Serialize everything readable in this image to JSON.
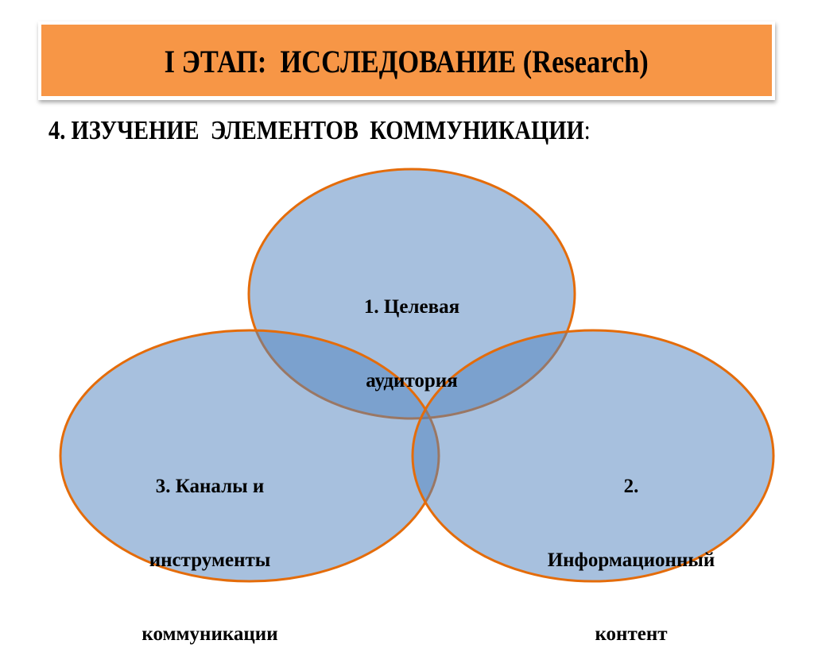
{
  "slide": {
    "title": "I ЭТАП:  ИССЛЕДОВАНИЕ (Research)",
    "subtitle": "4. ИЗУЧЕНИЕ  ЭЛЕМЕНТОВ  КОММУНИКАЦИИ",
    "subtitle_suffix": ":",
    "colors": {
      "title_banner": "#F79646",
      "ellipse_fill": "#4F81BD",
      "ellipse_fill_opacity": 0.5,
      "ellipse_stroke": "#E46C0A",
      "text": "#000000"
    }
  },
  "diagram": {
    "type": "venn",
    "circles": [
      {
        "id": "top",
        "lines": [
          "1. Целевая",
          "аудитория"
        ]
      },
      {
        "id": "bottom-right",
        "lines": [
          "2.",
          "Информационный",
          "контент"
        ]
      },
      {
        "id": "bottom-left",
        "lines": [
          "3. Каналы и",
          "инструменты",
          "коммуникации"
        ]
      }
    ]
  }
}
